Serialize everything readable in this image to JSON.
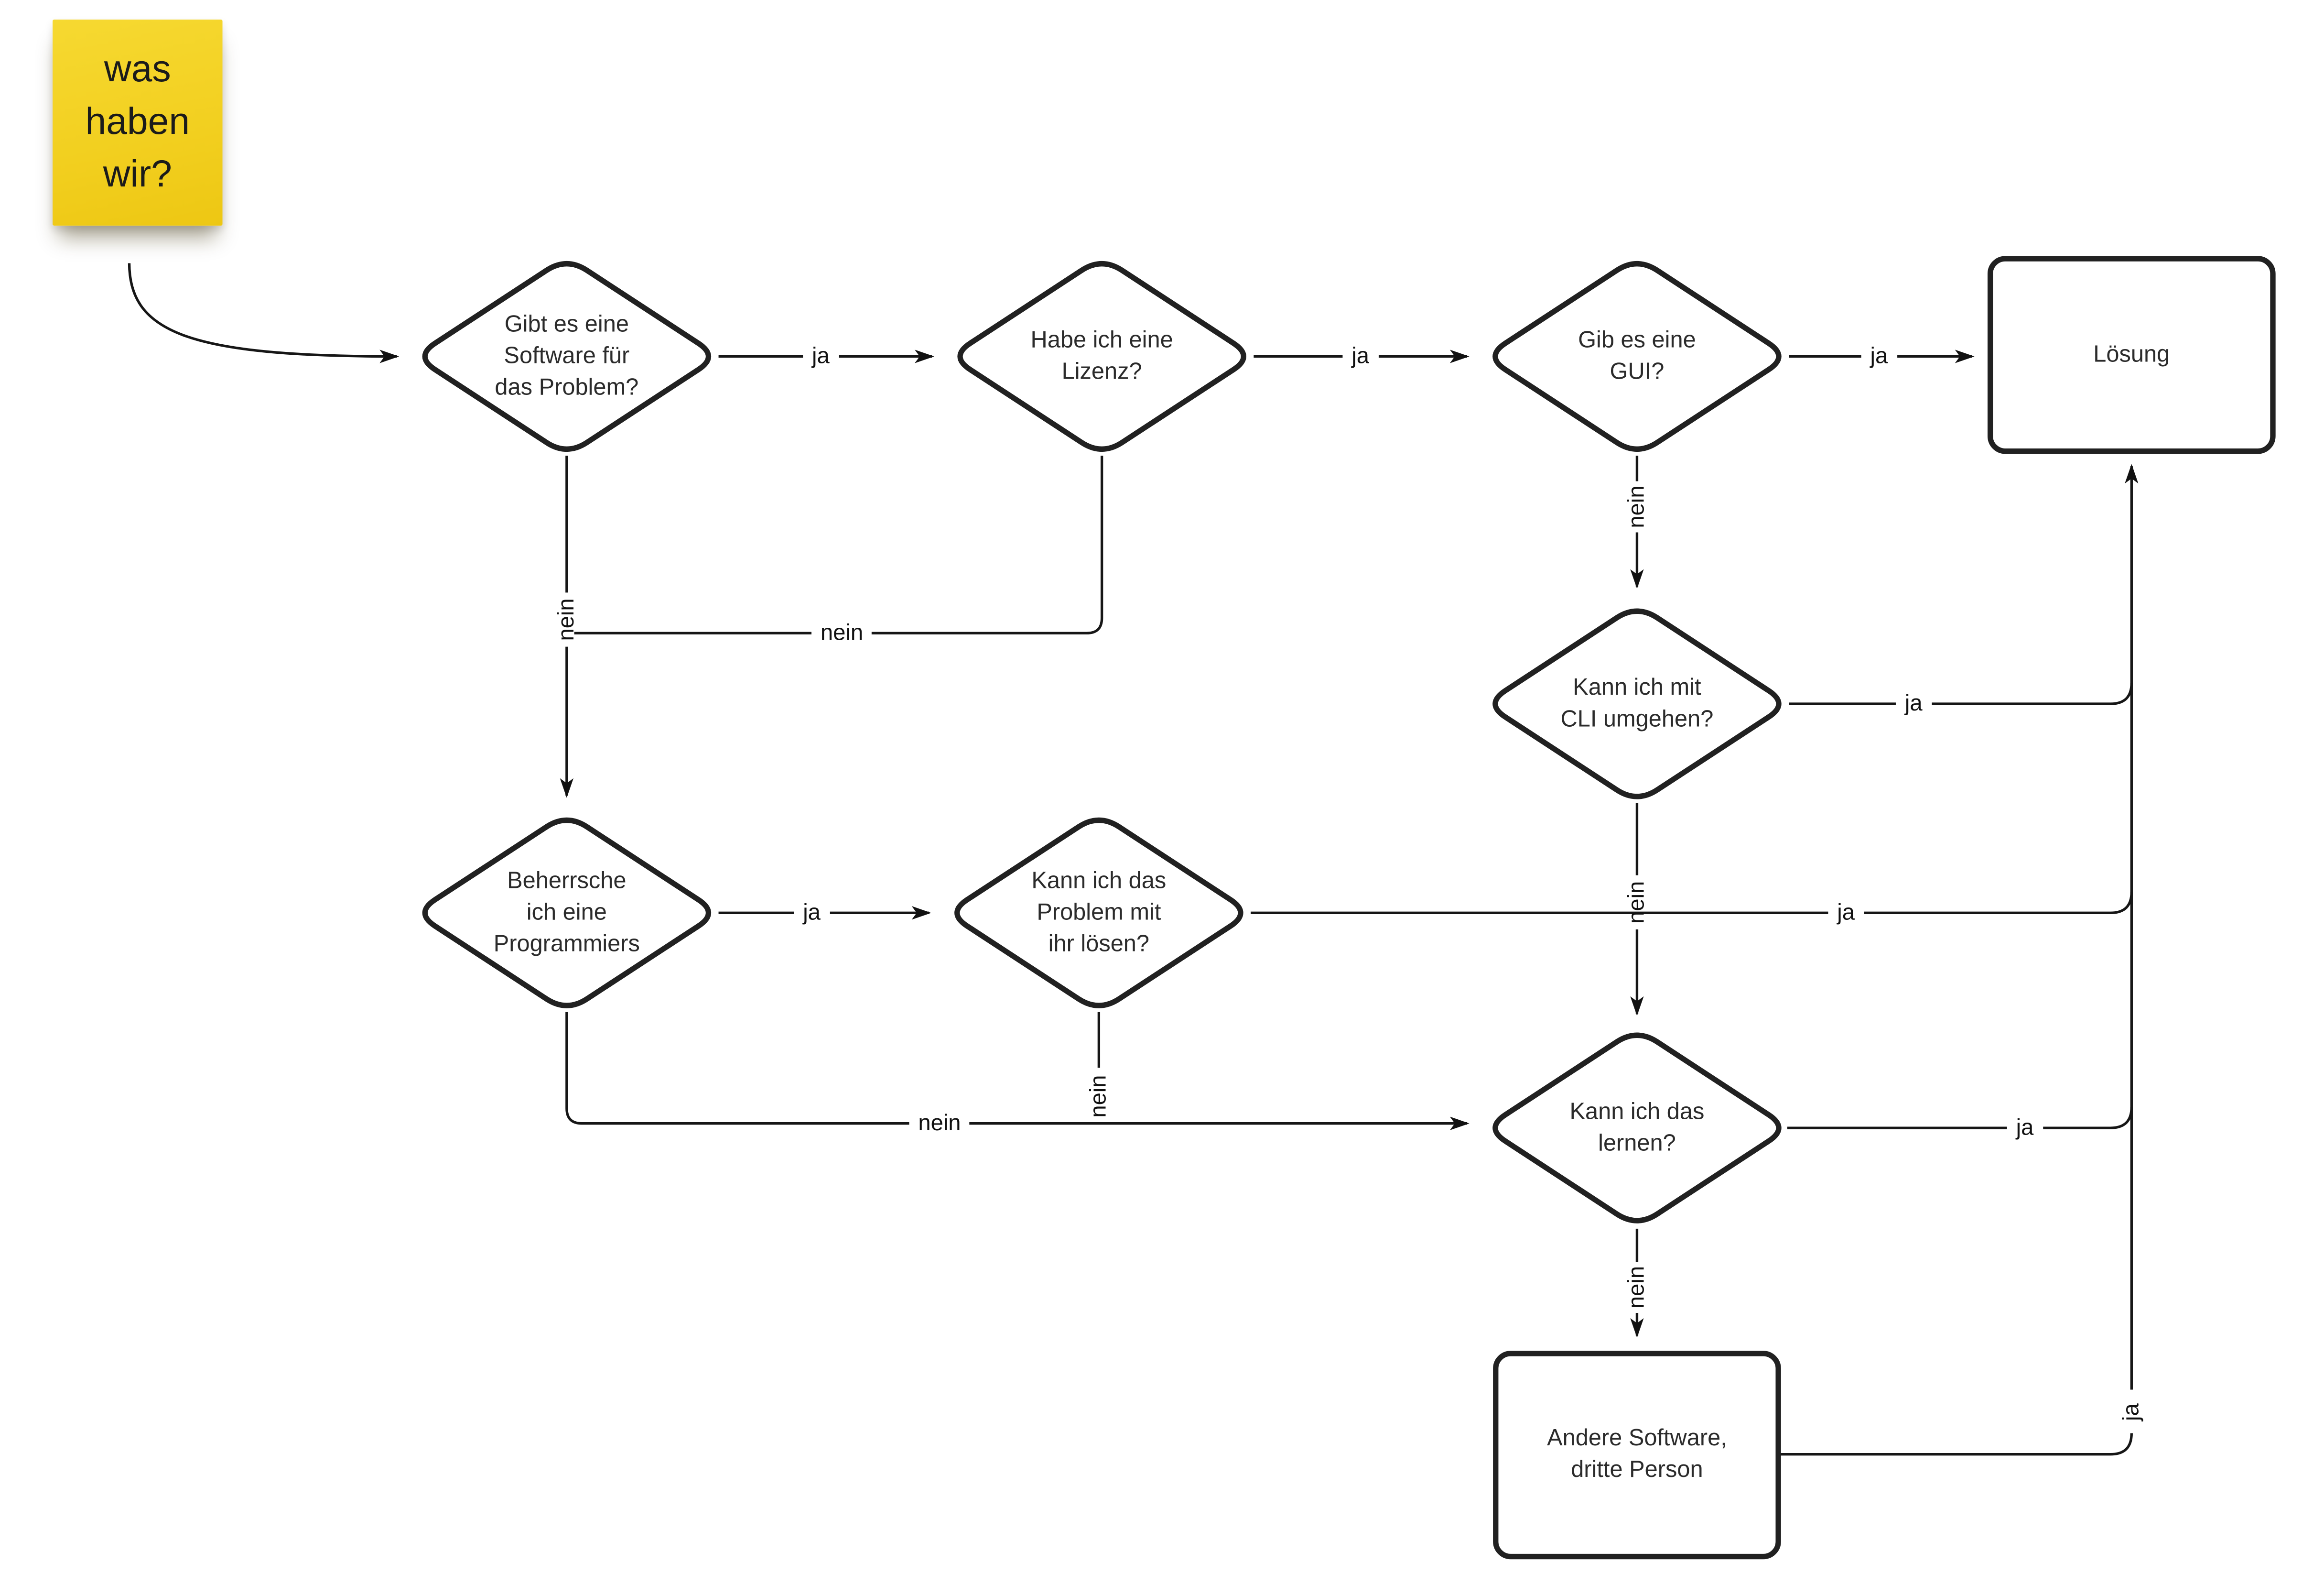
{
  "sticky_note": {
    "text": "was\nhaben\nwir?",
    "background": "#f2ce20"
  },
  "nodes": {
    "software_exists": {
      "type": "decision",
      "label": "Gibt es eine\nSoftware für\ndas Problem?"
    },
    "license": {
      "type": "decision",
      "label": "Habe ich eine\nLizenz?"
    },
    "gui": {
      "type": "decision",
      "label": "Gib es eine\nGUI?"
    },
    "cli": {
      "type": "decision",
      "label": "Kann ich mit\nCLI umgehen?"
    },
    "programming": {
      "type": "decision",
      "label": "Beherrsche\nich eine\nProgrammiers"
    },
    "solve_with_it": {
      "type": "decision",
      "label": "Kann ich das\nProblem mit\nihr lösen?"
    },
    "learn": {
      "type": "decision",
      "label": "Kann ich das\nlernen?"
    },
    "solution": {
      "type": "terminal",
      "label": "Lösung"
    },
    "other_software": {
      "type": "terminal",
      "label": "Andere Software,\ndritte Person"
    }
  },
  "edge_labels": {
    "yes": "ja",
    "no": "nein"
  },
  "colors": {
    "stroke": "#1f1f1f",
    "node_border": "#212121",
    "text": "#2b2b2b",
    "sticky_yellow": "#f2ce20",
    "background": "#ffffff"
  }
}
